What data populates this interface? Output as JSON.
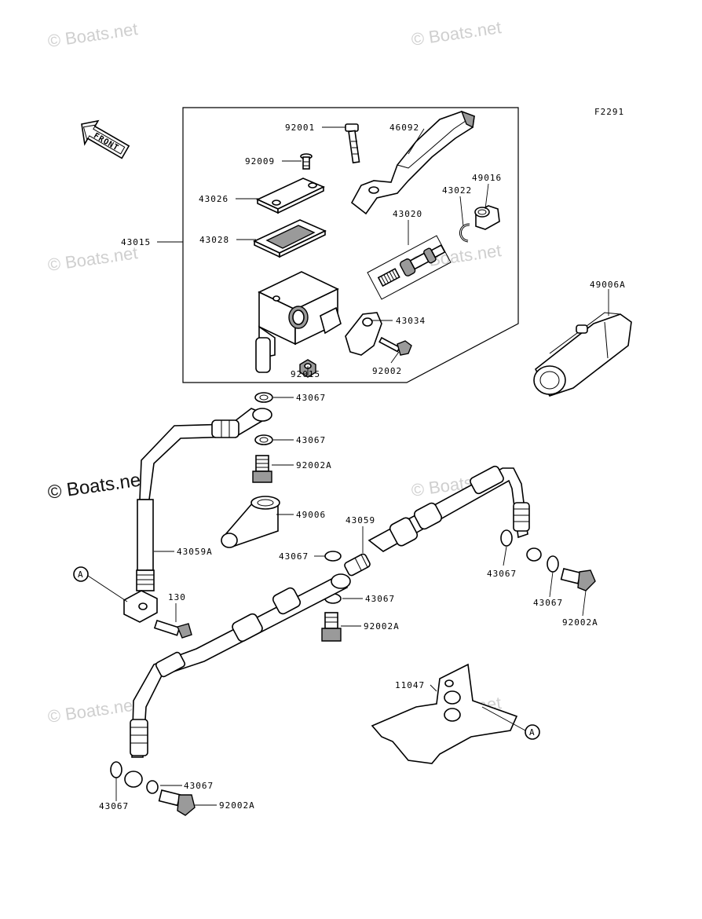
{
  "watermark": "© Boats.net",
  "figure_code": "F2291",
  "front_label": "FRONT",
  "callouts": {
    "p92001": "92001",
    "p46092": "46092",
    "p92009": "92009",
    "p43026": "43026",
    "p43022": "43022",
    "p49016": "49016",
    "p43020": "43020",
    "p43015": "43015",
    "p43028": "43028",
    "p43034": "43034",
    "p92015": "92015",
    "p92002": "92002",
    "p49006A": "49006A",
    "p43067_a": "43067",
    "p43067_b": "43067",
    "p92002A_a": "92002A",
    "p49006": "49006",
    "p43059": "43059",
    "p43059A": "43059A",
    "p43067_c": "43067",
    "p43067_d": "43067",
    "p43067_e": "43067",
    "p92002A_b": "92002A",
    "p43067_f": "43067",
    "p92002A_c": "92002A",
    "p130": "130",
    "p11047": "11047",
    "p43067_g": "43067",
    "p43067_h": "43067",
    "p92002A_d": "92002A",
    "ref_a1": "A",
    "ref_a2": "A"
  }
}
